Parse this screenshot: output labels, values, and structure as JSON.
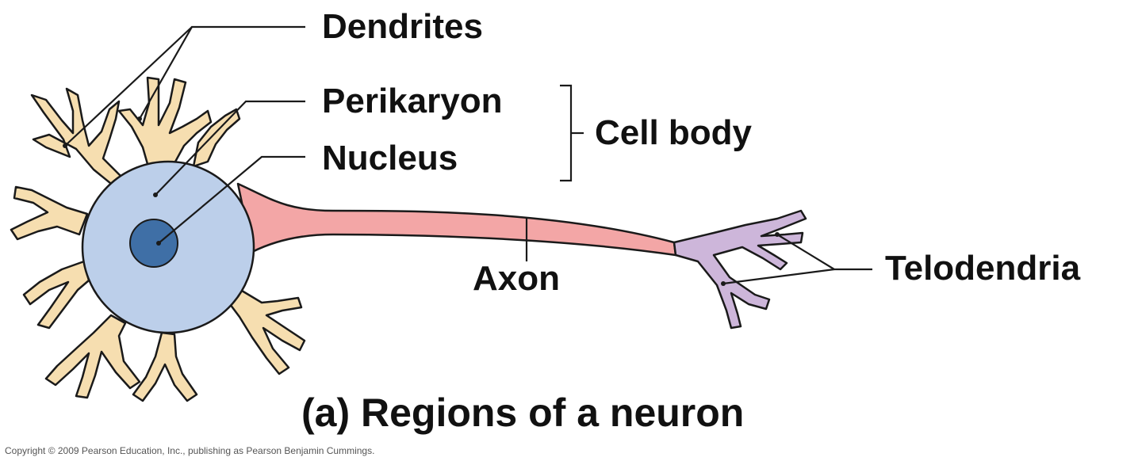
{
  "labels": {
    "dendrites": "Dendrites",
    "perikaryon": "Perikaryon",
    "nucleus": "Nucleus",
    "cell_body": "Cell body",
    "axon": "Axon",
    "telodendria": "Telodendria"
  },
  "caption": "(a) Regions of a neuron",
  "copyright": "Copyright © 2009 Pearson Education, Inc., publishing as Pearson Benjamin Cummings.",
  "colors": {
    "dendrite": "#F6DEB0",
    "cell_body": "#BCCFEA",
    "nucleus": "#3F6FA6",
    "axon": "#F3A6A6",
    "telodendria": "#CDB6DA",
    "outline": "#1a1a1a"
  }
}
